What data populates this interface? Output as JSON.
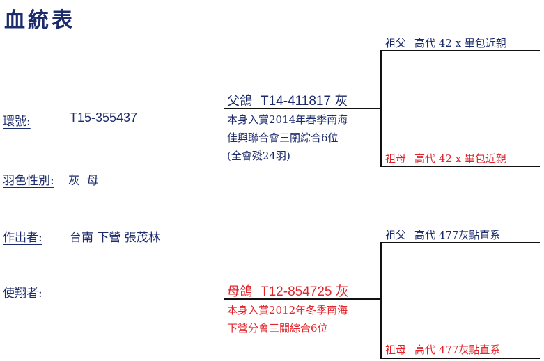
{
  "title": "血統表",
  "info": {
    "ring_label": "環號:",
    "ring_value": "T15-355437",
    "color_sex_label": "羽色性別:",
    "color_sex_value": "灰 母",
    "breeder_label": "作出者:",
    "breeder_value": "台南 下營 張茂林",
    "flyer_label": "使翔者:",
    "flyer_value": ""
  },
  "sire": {
    "title": "父鴿",
    "ring": "T14-411817 灰",
    "notes": [
      "本身入賞2014年春季南海",
      "佳興聯合會三關綜合6位",
      "(全會殘24羽)"
    ],
    "grandsire": {
      "role": "祖父",
      "text": "高代 42 x 畢包近親"
    },
    "granddam": {
      "role": "祖母",
      "text": "高代 42 x 畢包近親"
    }
  },
  "dam": {
    "title": "母鴿",
    "ring": "T12-854725 灰",
    "notes": [
      "本身入賞2012年冬季南海",
      "下營分會三關綜合6位"
    ],
    "grandsire": {
      "role": "祖父",
      "text": "高代 477灰點直系"
    },
    "granddam": {
      "role": "祖母",
      "text": "高代 477灰點直系"
    }
  },
  "colors": {
    "navy": "#1c2b6b",
    "red": "#e3242b"
  }
}
